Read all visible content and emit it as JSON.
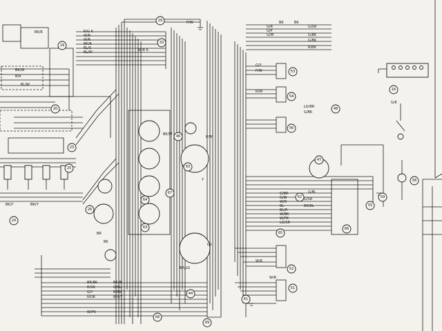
{
  "wire_labels": [
    {
      "id": "w-top-pw",
      "text": "P/W"
    },
    {
      "id": "w-rgk",
      "text": "R/G K"
    },
    {
      "id": "w-wr1",
      "text": "W/R"
    },
    {
      "id": "w-wr2",
      "text": "W/R"
    },
    {
      "id": "w-bkr",
      "text": "BK/R"
    },
    {
      "id": "w-bls",
      "text": "BL/S"
    },
    {
      "id": "w-blw1",
      "text": "BL/W"
    },
    {
      "id": "w-gr",
      "text": "G/R"
    },
    {
      "id": "w-gp",
      "text": "G/P"
    },
    {
      "id": "w-gw",
      "text": "G/W"
    },
    {
      "id": "w-gsr",
      "text": "G/SR"
    },
    {
      "id": "w-gbk",
      "text": "G/BK"
    },
    {
      "id": "w-rbk",
      "text": "R/BK"
    },
    {
      "id": "w-bk1",
      "text": "BK"
    },
    {
      "id": "w-bk2",
      "text": "BK"
    },
    {
      "id": "w-gy",
      "text": "G/Y"
    },
    {
      "id": "w-pw",
      "text": "P/W"
    },
    {
      "id": "w-rw",
      "text": "R/W"
    },
    {
      "id": "w-lgbr",
      "text": "LG/BR"
    },
    {
      "id": "w-gbk2",
      "text": "G/BK"
    },
    {
      "id": "w-gk",
      "text": "G/K"
    },
    {
      "id": "w-gbr",
      "text": "G/BR"
    },
    {
      "id": "w-gw2",
      "text": "G/W"
    },
    {
      "id": "w-wr3",
      "text": "W/R"
    },
    {
      "id": "w-bl",
      "text": "BL"
    },
    {
      "id": "w-blr",
      "text": "BL/R"
    },
    {
      "id": "w-wbk",
      "text": "W/BK"
    },
    {
      "id": "w-wpk",
      "text": "W/PK"
    },
    {
      "id": "w-lgsr",
      "text": "LG/SR"
    },
    {
      "id": "w-gsr2",
      "text": "G/SR"
    },
    {
      "id": "w-bkbl",
      "text": "BK/BL"
    },
    {
      "id": "w-bkw",
      "text": "BK/W"
    },
    {
      "id": "w-br",
      "text": "B/R"
    },
    {
      "id": "w-bky",
      "text": "BK/Y"
    },
    {
      "id": "w-brbk",
      "text": "BR/BK"
    },
    {
      "id": "w-brb",
      "text": "BR/B"
    },
    {
      "id": "w-rsk",
      "text": "R/SK"
    },
    {
      "id": "w-gbl",
      "text": "G/BL"
    },
    {
      "id": "w-gy2",
      "text": "G/Y"
    },
    {
      "id": "w-rbk2",
      "text": "R/BK"
    },
    {
      "id": "w-rdk",
      "text": "R/DK"
    },
    {
      "id": "w-wpk2",
      "text": "W/PK"
    },
    {
      "id": "w-wrk",
      "text": "W/R K"
    },
    {
      "id": "w-brlg",
      "text": "BR/LG"
    },
    {
      "id": "w-bry",
      "text": "B/R/Y"
    },
    {
      "id": "w-wr4",
      "text": "W/R"
    },
    {
      "id": "w-bkw2",
      "text": "BK/W"
    },
    {
      "id": "w-lg",
      "text": "LG"
    },
    {
      "id": "w-pw2",
      "text": "P/W"
    },
    {
      "id": "w-br2",
      "text": "BR"
    },
    {
      "id": "w-bry2",
      "text": "BR/Y"
    },
    {
      "id": "w-blw2",
      "text": "BL/W"
    },
    {
      "id": "w-y",
      "text": "Y"
    },
    {
      "id": "w-gbl2",
      "text": "G/BL"
    },
    {
      "id": "w-bkr2",
      "text": "BK/R"
    },
    {
      "id": "w-gbk3",
      "text": "G/BK"
    },
    {
      "id": "w-wr5",
      "text": "W/R"
    },
    {
      "id": "w-bk3",
      "text": "BK"
    }
  ],
  "component_numbers": [
    {
      "id": "n16",
      "text": "16"
    },
    {
      "id": "n19",
      "text": "19"
    },
    {
      "id": "n20",
      "text": "20"
    },
    {
      "id": "n23",
      "text": "23"
    },
    {
      "id": "n24",
      "text": "24"
    },
    {
      "id": "n25",
      "text": "25"
    },
    {
      "id": "n26",
      "text": "26"
    },
    {
      "id": "n29",
      "text": "29"
    },
    {
      "id": "n33",
      "text": "33"
    },
    {
      "id": "n44",
      "text": "44"
    },
    {
      "id": "n46",
      "text": "46"
    },
    {
      "id": "n47",
      "text": "47"
    },
    {
      "id": "n48",
      "text": "48"
    },
    {
      "id": "n50",
      "text": "50"
    },
    {
      "id": "n51",
      "text": "51"
    },
    {
      "id": "n52",
      "text": "52"
    },
    {
      "id": "n53",
      "text": "53"
    },
    {
      "id": "n54",
      "text": "54"
    },
    {
      "id": "n55",
      "text": "55"
    },
    {
      "id": "n56",
      "text": "56"
    },
    {
      "id": "n58",
      "text": "58"
    },
    {
      "id": "n59",
      "text": "59"
    },
    {
      "id": "n61",
      "text": "61"
    },
    {
      "id": "n62",
      "text": "62"
    },
    {
      "id": "n63",
      "text": "63"
    },
    {
      "id": "n64",
      "text": "64"
    },
    {
      "id": "n65",
      "text": "65"
    },
    {
      "id": "n66",
      "text": "66"
    },
    {
      "id": "n67",
      "text": "67"
    },
    {
      "id": "n68",
      "text": "68"
    },
    {
      "id": "n69",
      "text": "69"
    }
  ]
}
